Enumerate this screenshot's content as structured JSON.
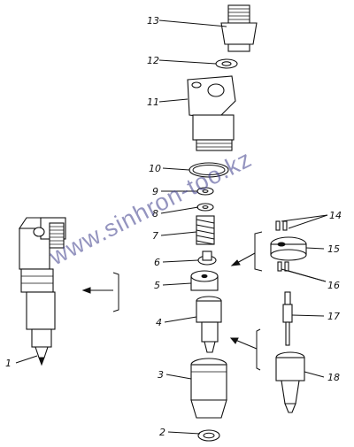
{
  "watermark": "www.sinhron-too.kz",
  "callouts": [
    {
      "id": "1",
      "label": "1"
    },
    {
      "id": "2",
      "label": "2"
    },
    {
      "id": "3",
      "label": "3"
    },
    {
      "id": "4",
      "label": "4"
    },
    {
      "id": "5",
      "label": "5"
    },
    {
      "id": "6",
      "label": "6"
    },
    {
      "id": "7",
      "label": "7"
    },
    {
      "id": "8",
      "label": "8"
    },
    {
      "id": "9",
      "label": "9"
    },
    {
      "id": "10",
      "label": "10"
    },
    {
      "id": "11",
      "label": "11"
    },
    {
      "id": "12",
      "label": "12"
    },
    {
      "id": "13",
      "label": "13"
    },
    {
      "id": "14",
      "label": "14"
    },
    {
      "id": "15",
      "label": "15"
    },
    {
      "id": "16",
      "label": "16"
    },
    {
      "id": "17",
      "label": "17"
    },
    {
      "id": "18",
      "label": "18"
    }
  ],
  "palette": {
    "ink": "#111111",
    "paper": "#ffffff",
    "watermark": "#3c3c8a"
  }
}
